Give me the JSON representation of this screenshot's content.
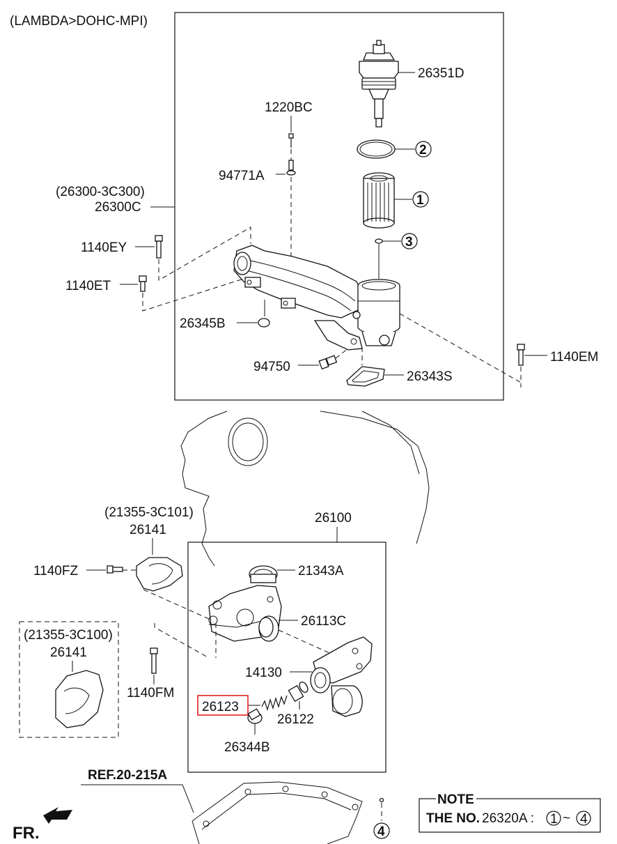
{
  "header": {
    "engine": "(LAMBDA>DOHC-MPI)"
  },
  "labels": {
    "p26351D": "26351D",
    "p1220BC": "1220BC",
    "p94771A": "94771A",
    "p26300alt": "(26300-3C300)",
    "p26300C": "26300C",
    "p1140EY": "1140EY",
    "p1140ET": "1140ET",
    "p26345B": "26345B",
    "p94750": "94750",
    "p26343S": "26343S",
    "p1140EM": "1140EM",
    "p21355_101": "(21355-3C101)",
    "p26141_a": "26141",
    "p26100": "26100",
    "p1140FZ": "1140FZ",
    "p21343A": "21343A",
    "p26113C": "26113C",
    "p21355_100": "(21355-3C100)",
    "p26141_b": "26141",
    "p14130": "14130",
    "p1140FM": "1140FM",
    "p26123": "26123",
    "p26122": "26122",
    "p26344B": "26344B",
    "ref": "REF.20-215A",
    "fr": "FR."
  },
  "callouts": {
    "c1": "1",
    "c2": "2",
    "c3": "3",
    "c4": "4"
  },
  "note": {
    "title": "NOTE",
    "prefix": "THE NO.",
    "part": "26320A :",
    "from": "1",
    "sep": "~",
    "to": "4"
  },
  "highlight": {
    "color": "#e02020",
    "part": "26123"
  }
}
